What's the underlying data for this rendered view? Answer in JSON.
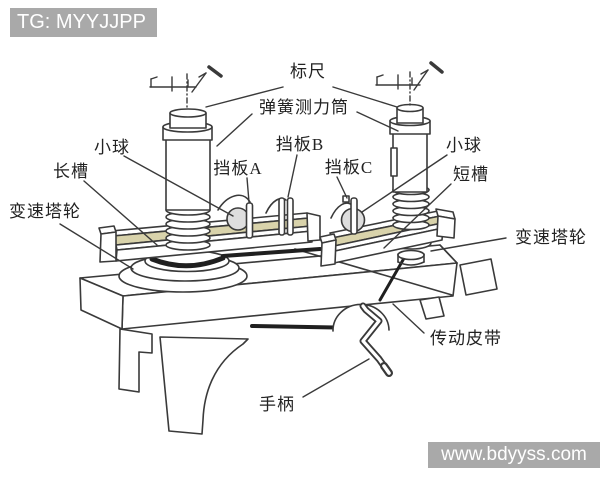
{
  "watermarks": {
    "top_left": "TG: MYYJJPP",
    "bottom_right": "www.bdyyss.com"
  },
  "diagram": {
    "labels": {
      "ruler": "标尺",
      "spring_force_cylinder": "弹簧测力筒",
      "small_ball_left": "小球",
      "small_ball_right": "小球",
      "baffle_a": "挡板A",
      "baffle_b": "挡板B",
      "baffle_c": "挡板C",
      "long_groove": "长槽",
      "short_groove": "短槽",
      "speed_tower_wheel_left": "变速塔轮",
      "speed_tower_wheel_right": "变速塔轮",
      "drive_belt": "传动皮带",
      "hand_crank": "手柄"
    },
    "colors": {
      "line": "#3a3a3a",
      "groove_fill": "#d9d3ab",
      "ball_fill": "#dedede",
      "belt": "#1f1f1f",
      "watermark_bg": "#a9a9a9",
      "watermark_text": "#ffffff",
      "background": "#ffffff"
    }
  }
}
